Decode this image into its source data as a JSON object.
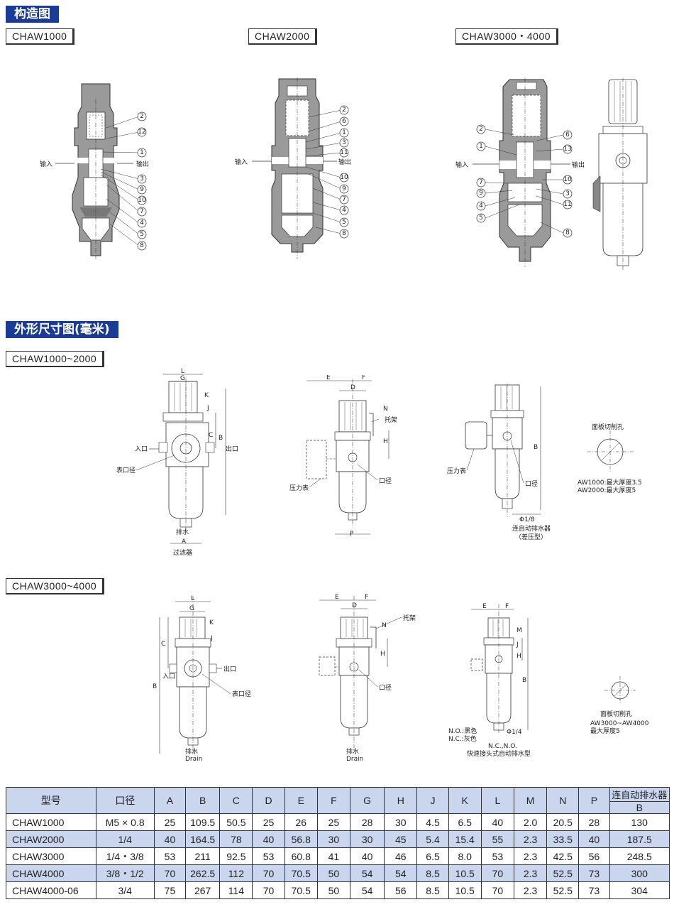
{
  "sections": {
    "structure_title": "构造图",
    "dimension_title": "外形尺寸图(毫米)"
  },
  "structure": {
    "models": [
      "CHAW1000",
      "CHAW2000",
      "CHAW3000・4000"
    ],
    "input_label": "输入",
    "output_label": "输出",
    "fig1_numbers": [
      "2",
      "12",
      "1",
      "3",
      "9",
      "10",
      "7",
      "4",
      "5",
      "8"
    ],
    "fig2_numbers": [
      "2",
      "6",
      "1",
      "3",
      "11",
      "10",
      "9",
      "7",
      "4",
      "5",
      "8"
    ],
    "fig3_numbers_left": [
      "2",
      "1",
      "7",
      "9",
      "4",
      "5"
    ],
    "fig3_numbers_right": [
      "6",
      "13",
      "10",
      "3",
      "11",
      "8"
    ]
  },
  "dims_1000_2000": {
    "model": "CHAW1000~2000",
    "labels": {
      "L": "L",
      "G": "G",
      "K": "K",
      "J": "J",
      "C": "C",
      "B": "B",
      "A": "A",
      "inlet": "入口",
      "outlet": "出口",
      "gauge_port": "表口径",
      "drain": "排水",
      "filter": "过滤器",
      "E": "E",
      "D": "D",
      "F": "F",
      "N": "N",
      "H": "H",
      "P": "P",
      "bracket": "托架",
      "gauge": "压力表",
      "port": "口径",
      "gauge2": "压力表",
      "port2": "口径",
      "B2": "B",
      "phi": "Φ1/8",
      "auto_drain": "连自动排水器",
      "diff_type": "（差压型）",
      "panel_title": "面板切削孔",
      "panel_note1": "AW1000:最大厚度3.5",
      "panel_note2": "AW2000:最大厚度5"
    }
  },
  "dims_3000_4000": {
    "model": "CHAW3000~4000",
    "labels": {
      "L": "L",
      "G": "G",
      "K": "K",
      "J": "J",
      "C": "C",
      "B": "B",
      "inlet": "入口",
      "outlet": "出口",
      "gauge_port": "表口径",
      "drain": "排水",
      "drain_en": "Drain",
      "E": "E",
      "D": "D",
      "F": "F",
      "N": "N",
      "H": "H",
      "bracket": "托架",
      "port": "口径",
      "drain2": "排水",
      "drain2_en": "Drain",
      "E3": "E",
      "F3": "F",
      "M": "M",
      "J3": "J",
      "H3": "H",
      "B3": "B",
      "no_black": "N.O.:黑色",
      "nc_gray": "N.C.:灰色",
      "phi": "Φ1/4",
      "ncno": "N.C.,N.O.",
      "quick_drain": "快速接头式自动排水型",
      "panel_title": "面板切削孔",
      "panel_note1": "AW3000~AW4000",
      "panel_note2": "最大厚度5"
    }
  },
  "spec_table": {
    "headers": [
      "型号",
      "口径",
      "A",
      "B",
      "C",
      "D",
      "E",
      "F",
      "G",
      "H",
      "J",
      "K",
      "L",
      "M",
      "N",
      "P",
      "连自动排水器"
    ],
    "subheader": "B",
    "rows": [
      [
        "CHAW1000",
        "M5 × 0.8",
        "25",
        "109.5",
        "50.5",
        "25",
        "26",
        "25",
        "28",
        "30",
        "4.5",
        "6.5",
        "40",
        "2.0",
        "20.5",
        "28",
        "130"
      ],
      [
        "CHAW2000",
        "1/4",
        "40",
        "164.5",
        "78",
        "40",
        "56.8",
        "30",
        "30",
        "45",
        "5.4",
        "15.4",
        "55",
        "2.3",
        "33.5",
        "40",
        "187.5"
      ],
      [
        "CHAW3000",
        "1/4・3/8",
        "53",
        "211",
        "92.5",
        "53",
        "60.8",
        "41",
        "40",
        "46",
        "6.5",
        "8.0",
        "53",
        "2.3",
        "42.5",
        "56",
        "248.5"
      ],
      [
        "CHAW4000",
        "3/8・1/2",
        "70",
        "262.5",
        "112",
        "70",
        "70.5",
        "50",
        "54",
        "54",
        "8.5",
        "10.5",
        "70",
        "2.3",
        "52.5",
        "73",
        "300"
      ],
      [
        "CHAW4000-06",
        "3/4",
        "75",
        "267",
        "114",
        "70",
        "70.5",
        "50",
        "54",
        "56",
        "8.5",
        "10.5",
        "70",
        "2.3",
        "52.5",
        "73",
        "304"
      ]
    ]
  },
  "colors": {
    "section_bg": "#1a3b97",
    "table_shade": "#c9d6ee",
    "body_gray": "#8c8c8c"
  }
}
